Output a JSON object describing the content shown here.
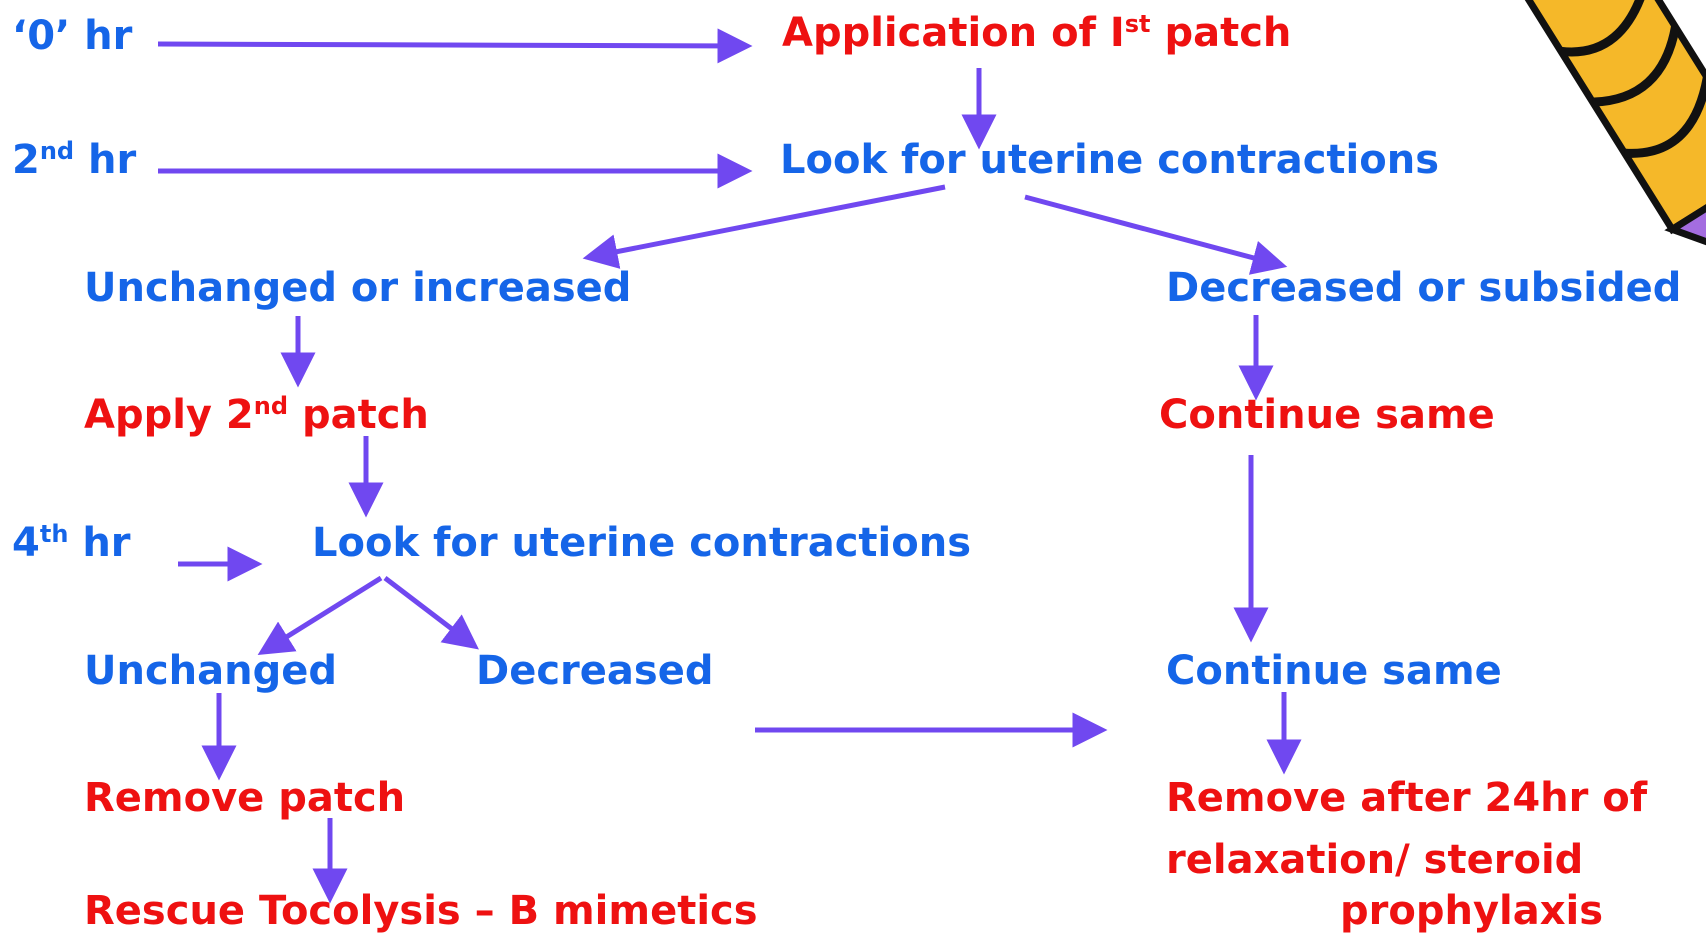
{
  "colors": {
    "blue_text": "#1565e8",
    "red_text": "#ee1111",
    "arrow": "#7048f0"
  },
  "labels": {
    "hr0": "‘0’ hr",
    "hr2_num": "2",
    "hr2_sup": "nd",
    "hr2_tail": " hr",
    "hr4_num": "4",
    "hr4_sup": "th",
    "hr4_tail": " hr",
    "apply_first_pre": "Application of I",
    "apply_first_sup": "st",
    "apply_first_post": " patch",
    "look_contractions_1": "Look for uterine contractions",
    "unchanged_or_increased": "Unchanged or increased",
    "decreased_or_subsided": "Decreased or subsided",
    "apply_second_pre": "Apply 2",
    "apply_second_sup": "nd",
    "apply_second_post": " patch",
    "continue_same_red": "Continue same",
    "look_contractions_2": "Look for uterine contractions",
    "unchanged": "Unchanged",
    "decreased": "Decreased",
    "continue_same_blue": "Continue same",
    "remove_patch": "Remove patch",
    "remove_after_line1": "Remove after 24hr of",
    "remove_after_line2": "relaxation/ steroid",
    "remove_after_line3": "prophylaxis",
    "rescue_tocolysis": "Rescue Tocolysis – B mimetics"
  },
  "decoration": {
    "corner_clipart": "pencil-icon"
  }
}
